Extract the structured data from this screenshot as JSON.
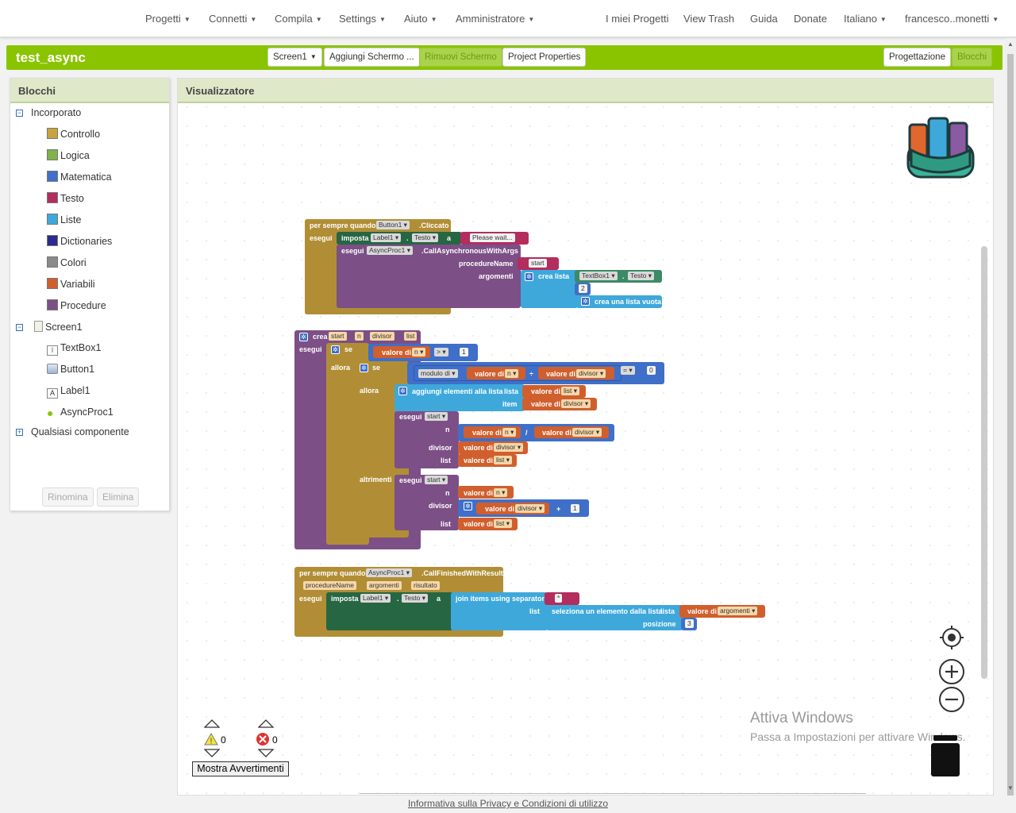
{
  "nav": {
    "items": [
      "Progetti",
      "Connetti",
      "Compila",
      "Settings",
      "Aiuto",
      "Amministratore"
    ],
    "right_items": [
      "I miei Progetti",
      "View Trash",
      "Guida",
      "Donate"
    ],
    "language": "Italiano",
    "user": "francesco..monetti"
  },
  "project": {
    "name": "test_async",
    "screen_select": "Screen1",
    "add_screen": "Aggiungi Schermo ...",
    "remove_screen": "Rimuovi Schermo",
    "properties": "Project Properties",
    "designer": "Progettazione",
    "blocks": "Blocchi"
  },
  "left_panel": {
    "title": "Blocchi",
    "builtin": "Incorporato",
    "categories": [
      {
        "label": "Controllo",
        "color": "#c9a33e"
      },
      {
        "label": "Logica",
        "color": "#7fb24a"
      },
      {
        "label": "Matematica",
        "color": "#3f6fc8"
      },
      {
        "label": "Testo",
        "color": "#b32d5e"
      },
      {
        "label": "Liste",
        "color": "#3ea8db"
      },
      {
        "label": "Dictionaries",
        "color": "#2a2a8f"
      },
      {
        "label": "Colori",
        "color": "#8a8a8a"
      },
      {
        "label": "Variabili",
        "color": "#d05f2d"
      },
      {
        "label": "Procedure",
        "color": "#7c4f86"
      }
    ],
    "screen": "Screen1",
    "components": [
      "TextBox1",
      "Button1",
      "Label1",
      "AsyncProc1"
    ],
    "any_component": "Qualsiasi componente",
    "rename": "Rinomina",
    "delete": "Elimina"
  },
  "workspace": {
    "title": "Visualizzatore",
    "warnings_count": "0",
    "errors_count": "0",
    "show_warnings": "Mostra Avvertimenti"
  },
  "blocks": {
    "b1": {
      "when": "per sempre quando",
      "component": "Button1",
      "event": ".Cliccato",
      "do": "esegui",
      "set": "imposta",
      "label": "Label1",
      "dot": ".",
      "prop": "Testo",
      "to": "a",
      "text": "Please wait...",
      "do2": "esegui",
      "asyncproc": "AsyncProc1",
      "method": ".CallAsynchronousWithArgs",
      "procname_label": "procedureName",
      "procname": "start",
      "args_label": "argomenti",
      "make_list": "crea lista",
      "textbox": "TextBox1",
      "num": "2",
      "empty_list": "crea una lista vuota"
    },
    "b2": {
      "create": "crea",
      "name": "start",
      "p1": "n",
      "p2": "divisor",
      "p3": "list",
      "do": "esegui",
      "if": "se",
      "value_of": "valore di",
      "gt": ">",
      "one": "1",
      "then": "allora",
      "if2": "se",
      "modulo": "modulo di",
      "div_sym": "÷",
      "eq": "=",
      "zero": "0",
      "then2": "allora",
      "add_items": "aggiungi elementi alla lista",
      "list_label": "lista",
      "item_label": "item",
      "do_call": "esegui",
      "slash": "/",
      "else": "altrimenti",
      "plus": "+"
    },
    "b3": {
      "when": "per sempre quando",
      "component": "AsyncProc1",
      "event": ".CallFinishedWithResult",
      "param1": "procedureName",
      "param2": "argomenti",
      "param3": "risultato",
      "do": "esegui",
      "set": "imposta",
      "label": "Label1",
      "prop": "Testo",
      "to": "a",
      "join": "join items using separator",
      "sep": " * ",
      "list_label": "list",
      "select": "seleziona un elemento dalla lista",
      "lista": "lista",
      "value_of": "valore di",
      "arg": "argomenti",
      "pos_label": "posizione",
      "pos": "3"
    }
  },
  "watermark": {
    "line1": "Attiva Windows",
    "line2": "Passa a Impostazioni per attivare Windows."
  },
  "footer": {
    "privacy": "Informativa sulla Privacy e Condizioni di utilizzo"
  }
}
